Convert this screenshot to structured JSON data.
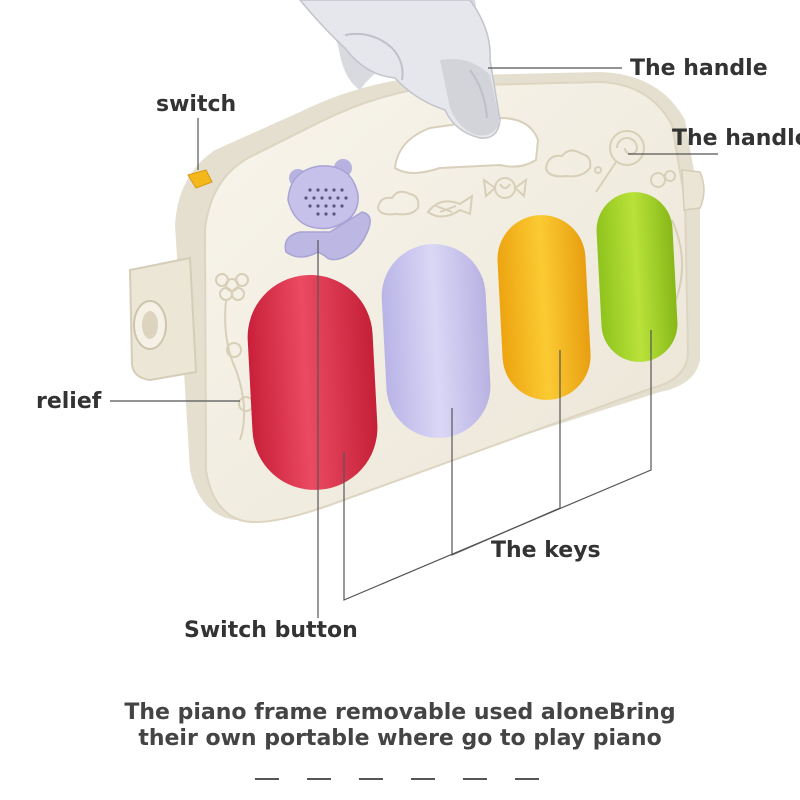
{
  "labels": {
    "handle_top": "The handle",
    "handle_right": "The handle",
    "switch": "switch",
    "relief": "relief",
    "keys": "The keys",
    "switch_button": "Switch button"
  },
  "caption": {
    "line1": "The piano frame removable used aloneBring",
    "line2": "their own portable where go to play piano"
  },
  "colors": {
    "frame": "#f3efe4",
    "key_red": "#e3344c",
    "key_lavender": "#cfcbf0",
    "key_yellow": "#f7be1e",
    "key_green": "#a9d92a",
    "switch_tab": "#f4b81c",
    "annotation_line": "#555555"
  },
  "icons": [
    "hand-icon",
    "bear-speaker-icon",
    "flower-relief-icon",
    "lollipop-icon",
    "candy-icon",
    "cloud-icon",
    "fish-icon"
  ]
}
